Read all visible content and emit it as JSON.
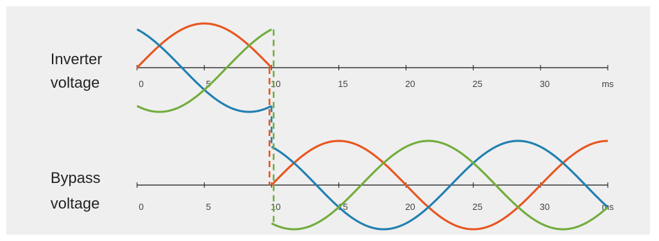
{
  "chart_data": [
    {
      "type": "line",
      "row_label_lines": [
        "Inverter",
        "voltage"
      ],
      "x_ticks": [
        0,
        5,
        10,
        15,
        20,
        25,
        30
      ],
      "x_unit": "ms",
      "xlim": [
        0,
        35
      ],
      "period_ms": 20,
      "segment_ms": [
        0,
        10
      ],
      "switch_ms": 10,
      "series": [
        {
          "color": "#e8551f",
          "phase_deg": 0
        },
        {
          "color": "#1f7fb0",
          "phase_deg": 120
        },
        {
          "color": "#72ac3c",
          "phase_deg": -120
        }
      ]
    },
    {
      "type": "line",
      "row_label_lines": [
        "Bypass",
        "voltage"
      ],
      "x_ticks": [
        0,
        5,
        10,
        15,
        20,
        25,
        30
      ],
      "x_unit": "ms",
      "xlim": [
        0,
        35
      ],
      "period_ms": 20,
      "segment_ms": [
        10,
        35
      ],
      "switch_ms": 10,
      "series": [
        {
          "color": "#e8551f",
          "phase_deg": 180
        },
        {
          "color": "#1f7fb0",
          "phase_deg": -60
        },
        {
          "color": "#72ac3c",
          "phase_deg": 60
        }
      ]
    }
  ]
}
